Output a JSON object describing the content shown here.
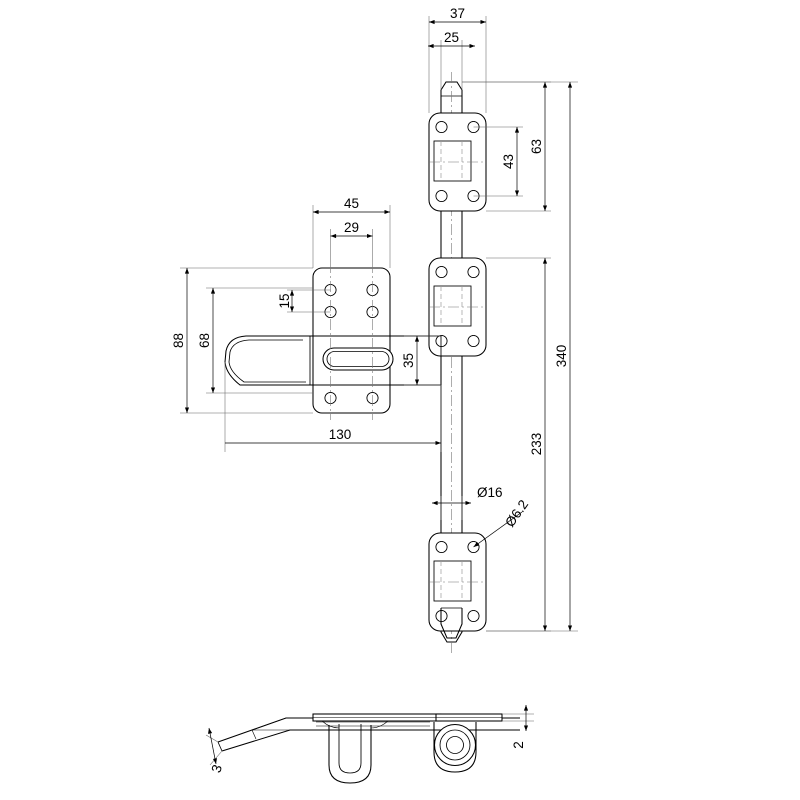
{
  "drawing": {
    "title": "Door bolt / drop latch technical drawing",
    "units": "mm",
    "line_color": "#000000",
    "center_line_color": "#555555",
    "hidden_line_color": "#888888",
    "background": "#ffffff"
  },
  "dimensions": {
    "top_plate_width": "37",
    "rod_head_width": "25",
    "top_bracket_hole_span": "43",
    "top_overall": "63",
    "latch_plate_width": "45",
    "latch_hole_span": "29",
    "latch_hole_row_gap": "15",
    "hasp_outer_height": "88",
    "hasp_inner_height": "68",
    "slot_height": "35",
    "latch_reach": "130",
    "total_length": "340",
    "lower_length": "233",
    "rod_diameter": "Ø16",
    "fixing_hole_diameter": "Ø6.2",
    "side_plate_thickness": "2",
    "side_tail_thickness": "3"
  },
  "views": {
    "front": "front-elevation",
    "side": "side-elevation"
  }
}
